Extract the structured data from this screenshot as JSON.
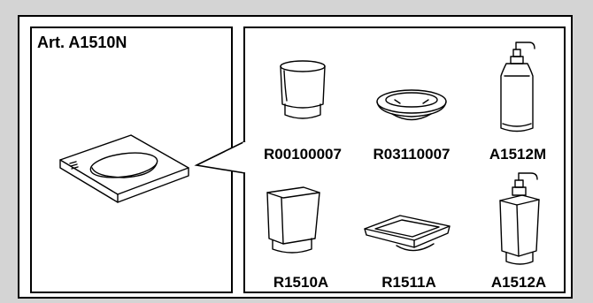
{
  "title": "Art. A1510N",
  "products": [
    {
      "code": "R00100007",
      "icon": "round-tumbler"
    },
    {
      "code": "R03110007",
      "icon": "round-soap-dish"
    },
    {
      "code": "A1512M",
      "icon": "round-soap-dispenser"
    },
    {
      "code": "R1510A",
      "icon": "square-tumbler"
    },
    {
      "code": "R1511A",
      "icon": "square-soap-dish"
    },
    {
      "code": "A1512A",
      "icon": "square-soap-dispenser"
    }
  ],
  "colors": {
    "background": "#d4d4d4",
    "panel": "#ffffff",
    "line": "#000000"
  }
}
